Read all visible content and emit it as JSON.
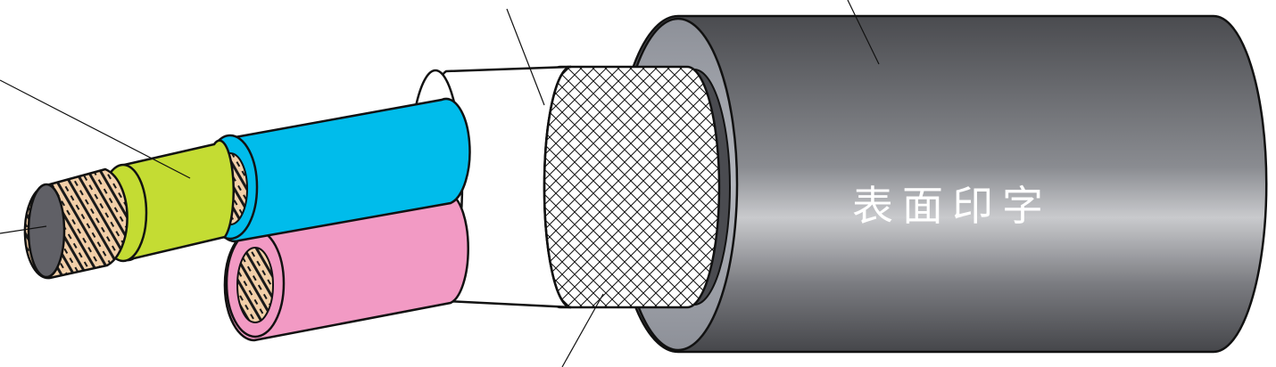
{
  "jacket": {
    "surface_print": "表面印字"
  },
  "colors": {
    "jacket": "#6e6f73",
    "jacket_rim": "#a0a3aa",
    "white_tape": "#ffffff",
    "shield_braid": "#ffffff",
    "core_blue": "#00bceb",
    "core_pink": "#f29ac4",
    "core_green_yellow": "#c4dc33",
    "center_core": "#606066",
    "copper": "#f2cfa8",
    "outline": "#111111"
  },
  "icons": {
    "shield": "crosshatch-braid",
    "conductor": "stranded-copper-hatch"
  }
}
